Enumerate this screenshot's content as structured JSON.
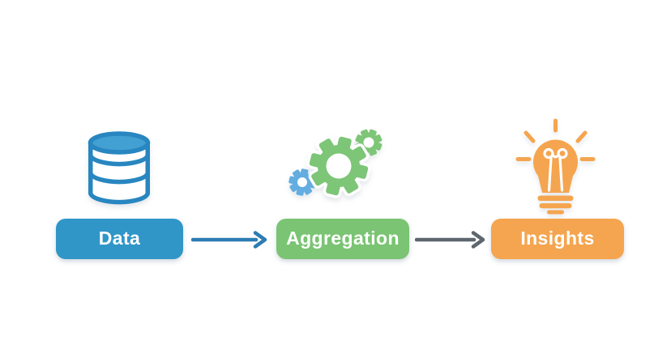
{
  "diagram": {
    "type": "flow",
    "direction": "left-to-right",
    "nodes": [
      {
        "id": "data",
        "label": "Data",
        "icon": "database-icon",
        "color": "#3096c8",
        "text_color": "#ffffff"
      },
      {
        "id": "aggregation",
        "label": "Aggregation",
        "icon": "gears-icon",
        "color": "#7ac473",
        "text_color": "#ffffff"
      },
      {
        "id": "insights",
        "label": "Insights",
        "icon": "lightbulb-icon",
        "color": "#f5a54f",
        "text_color": "#ffffff"
      }
    ],
    "arrows": [
      {
        "from": "data",
        "to": "aggregation",
        "color": "#2d7cb3"
      },
      {
        "from": "aggregation",
        "to": "insights",
        "color": "#5d666e"
      }
    ],
    "icon_colors": {
      "database_outline": "#2886c0",
      "database_top_fill": "#42a0d2",
      "gear_green": "#7dc577",
      "gear_blue": "#63ade0",
      "bulb_orange": "#f5a54f",
      "filament_white": "#ffffff"
    },
    "background": "#ffffff"
  }
}
